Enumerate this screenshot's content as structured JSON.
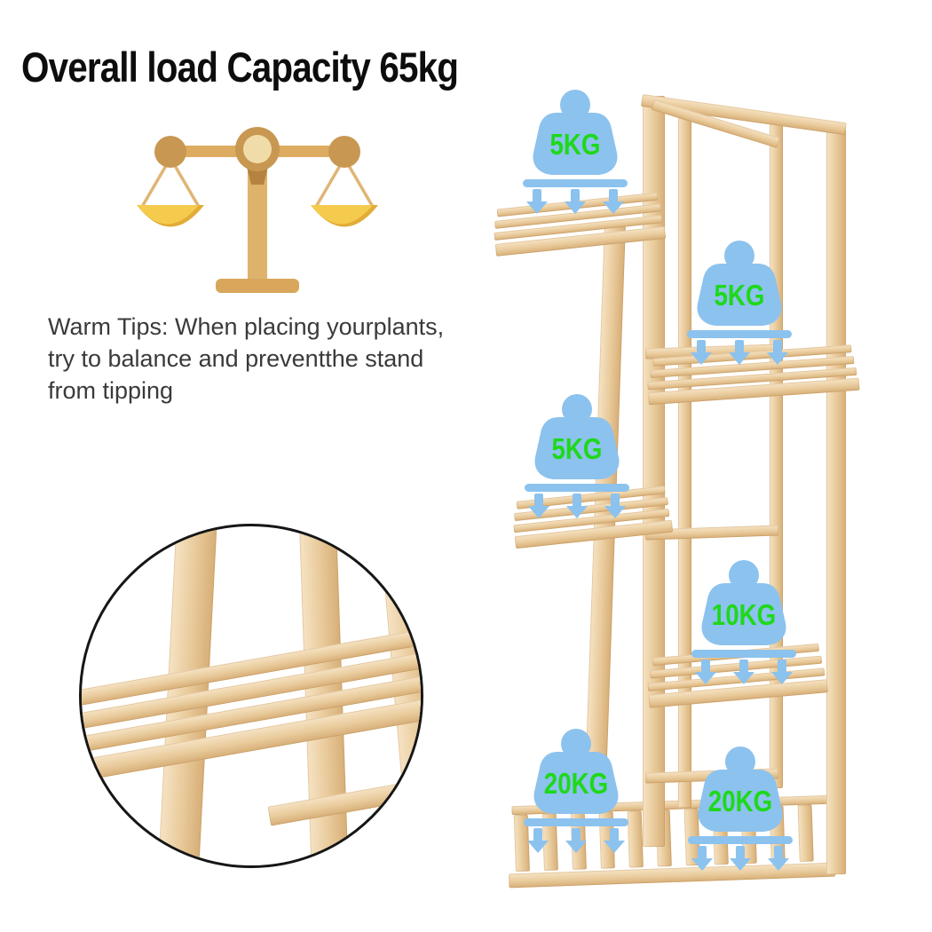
{
  "title": "Overall load Capacity 65kg",
  "tips": "Warm Tips: When placing yourplants,\ntry to balance and preventthe stand\nfrom tipping",
  "badges": [
    {
      "label": "5KG"
    },
    {
      "label": "5KG"
    },
    {
      "label": "5KG"
    },
    {
      "label": "10KG"
    },
    {
      "label": "20KG"
    },
    {
      "label": "20KG"
    }
  ],
  "colors": {
    "badge_blue": "#8cc2ee",
    "badge_green": "#1fd81b",
    "wood_light": "#f6e3c4",
    "wood_mid": "#e9cb9c",
    "wood_dark": "#d7ae77",
    "scale_gold": "#d2a45c",
    "scale_pan_yellow": "#f5cb4e",
    "title_color": "#0d0d0d",
    "tips_color": "#3a3a3a"
  }
}
